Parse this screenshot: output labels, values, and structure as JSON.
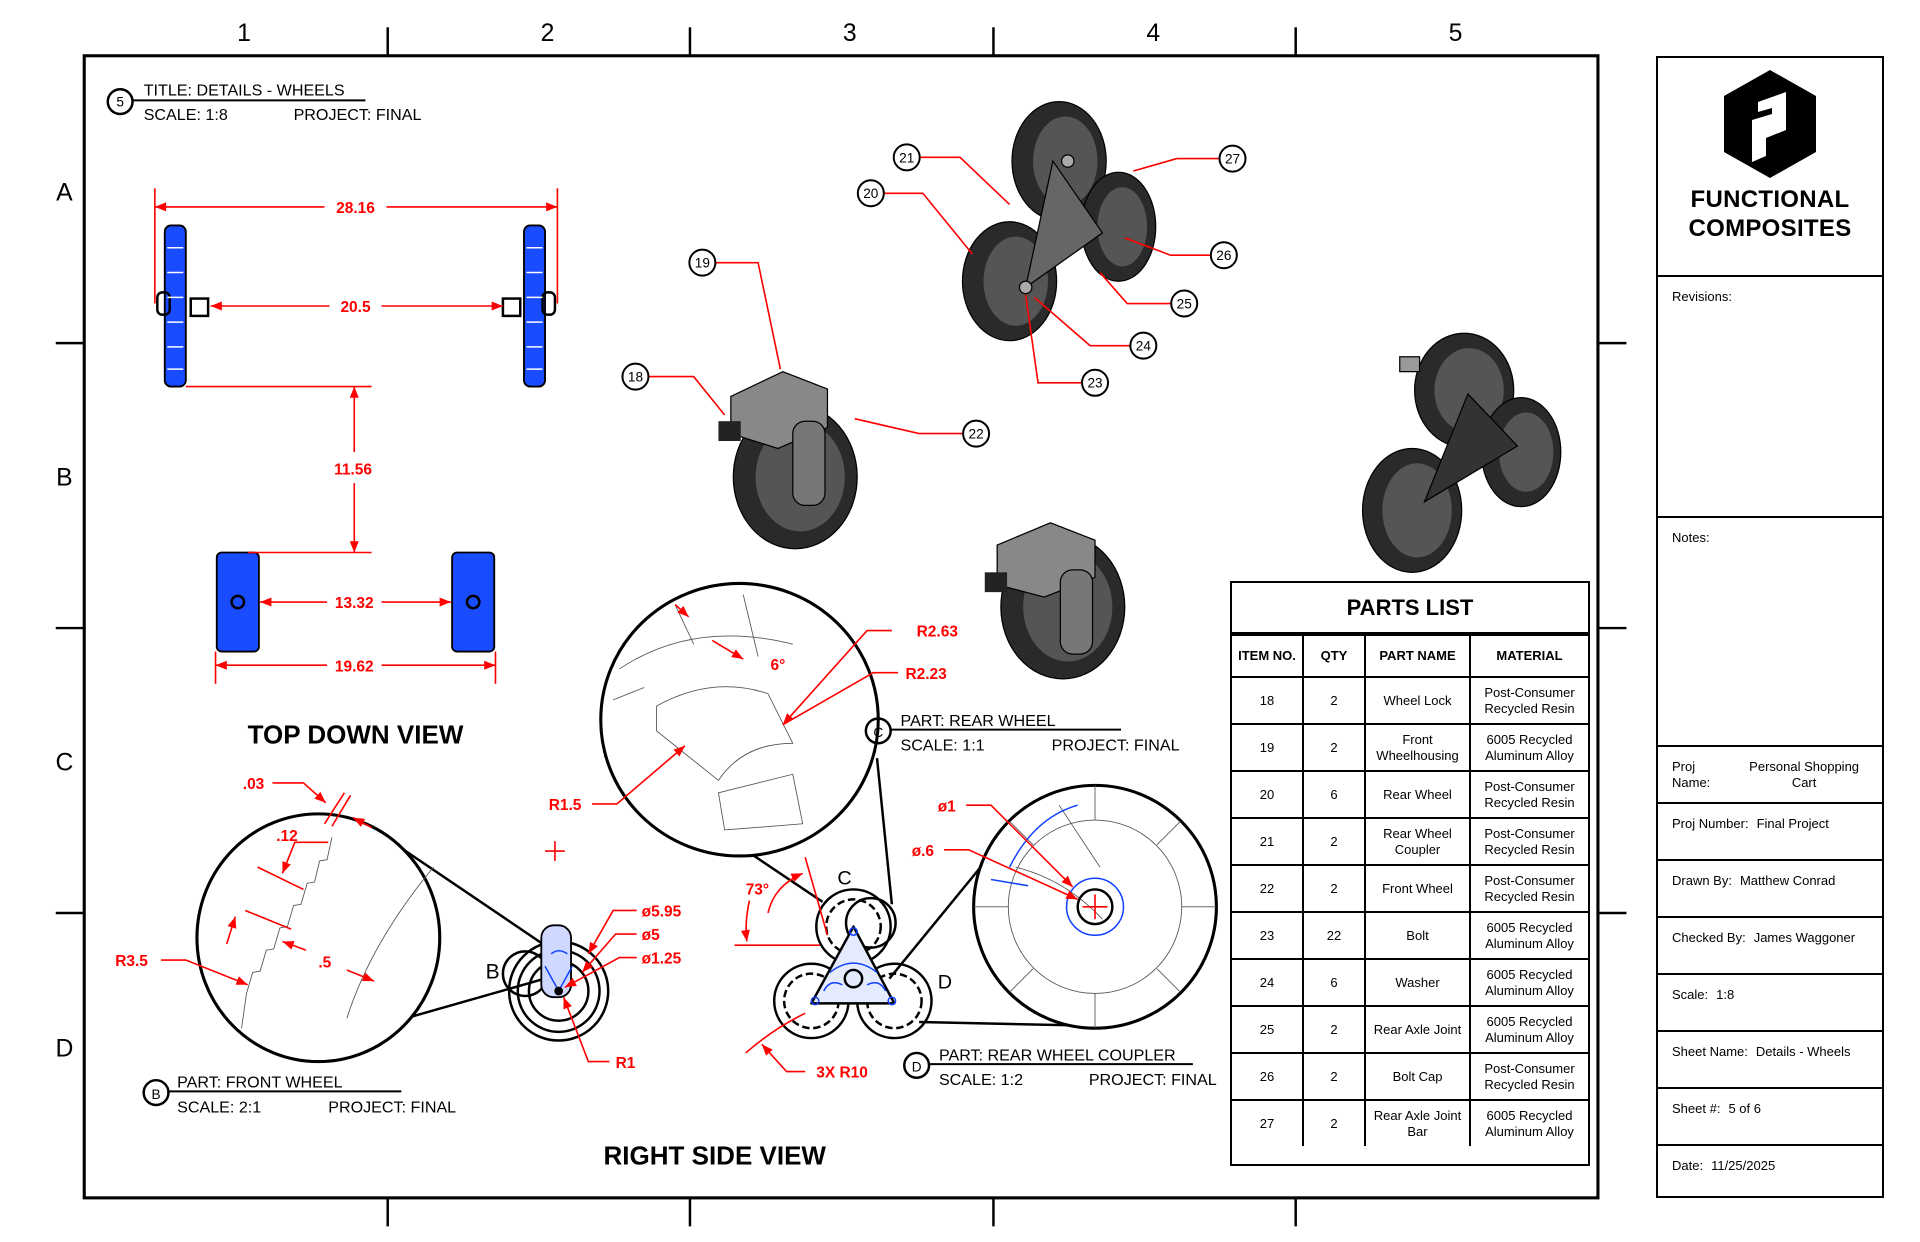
{
  "zones": {
    "columns": [
      "1",
      "2",
      "3",
      "4",
      "5"
    ],
    "rows": [
      "A",
      "B",
      "C",
      "D"
    ]
  },
  "header": {
    "balloon": "5",
    "title": "TITLE: DETAILS - WHEELS",
    "scale": "SCALE: 1:8",
    "project": "PROJECT:  FINAL"
  },
  "views": {
    "top_down": "TOP DOWN VIEW",
    "right_side": "RIGHT SIDE VIEW"
  },
  "top_down_dims": {
    "overall_width": "28.16",
    "inner_width": "20.5",
    "wheelbase": "11.56",
    "front_inner": "13.32",
    "front_outer": "19.62"
  },
  "detail_c": {
    "letter": "C",
    "part": "PART: REAR WHEEL",
    "scale": "SCALE: 1:1",
    "project": "PROJECT: FINAL",
    "dims": {
      "r_outer": "R2.63",
      "angle": "6°",
      "r_inner": "R2.23",
      "r_hub": "R1.5"
    }
  },
  "detail_b": {
    "letter": "B",
    "part": "PART: FRONT WHEEL",
    "scale": "SCALE: 2:1",
    "project": "PROJECT: FINAL",
    "dims": {
      "gap": ".03",
      "tooth": ".12",
      "radius": "R3.5",
      "depth": ".5",
      "d_outer": "ø5.95",
      "d_mid": "ø5",
      "d_hub": "ø1.25",
      "r_hub": "R1"
    }
  },
  "detail_d": {
    "letter": "D",
    "part": "PART: REAR WHEEL COUPLER",
    "scale": "SCALE: 1:2",
    "project": "PROJECT: FINAL",
    "dims": {
      "d_washer": "ø1",
      "d_bolt": "ø.6",
      "angle": "73°",
      "radius": "3X  R10"
    }
  },
  "balloons": [
    "18",
    "19",
    "20",
    "21",
    "22",
    "23",
    "24",
    "25",
    "26",
    "27"
  ],
  "parts_list": {
    "title": "PARTS LIST",
    "headers": [
      "ITEM NO.",
      "QTY",
      "PART NAME",
      "MATERIAL"
    ],
    "rows": [
      [
        "18",
        "2",
        "Wheel Lock",
        "Post-Consumer Recycled Resin"
      ],
      [
        "19",
        "2",
        "Front Wheelhousing",
        "6005 Recycled Aluminum Alloy"
      ],
      [
        "20",
        "6",
        "Rear Wheel",
        "Post-Consumer Recycled Resin"
      ],
      [
        "21",
        "2",
        "Rear Wheel Coupler",
        "Post-Consumer Recycled Resin"
      ],
      [
        "22",
        "2",
        "Front Wheel",
        "Post-Consumer Recycled Resin"
      ],
      [
        "23",
        "22",
        "Bolt",
        "6005 Recycled Aluminum Alloy"
      ],
      [
        "24",
        "6",
        "Washer",
        "6005 Recycled Aluminum Alloy"
      ],
      [
        "25",
        "2",
        "Rear Axle Joint",
        "6005 Recycled Aluminum Alloy"
      ],
      [
        "26",
        "2",
        "Bolt Cap",
        "Post-Consumer Recycled Resin"
      ],
      [
        "27",
        "2",
        "Rear Axle Joint Bar",
        "6005 Recycled Aluminum Alloy"
      ]
    ]
  },
  "title_block": {
    "company_line1": "FUNCTIONAL",
    "company_line2": "COMPOSITES",
    "revisions_label": "Revisions:",
    "notes_label": "Notes:",
    "proj_name_label": "Proj Name:",
    "proj_name": "Personal Shopping Cart",
    "proj_number_label": "Proj Number:",
    "proj_number": "Final Project",
    "drawn_by_label": "Drawn By:",
    "drawn_by": "Matthew Conrad",
    "checked_by_label": "Checked By:",
    "checked_by": "James Waggoner",
    "scale_label": "Scale:",
    "scale": "1:8",
    "sheet_name_label": "Sheet Name:",
    "sheet_name": "Details - Wheels",
    "sheet_no_label": "Sheet #:",
    "sheet_no": "5 of 6",
    "date_label": "Date:",
    "date": "11/25/2025"
  },
  "colors": {
    "dimension": "#ff0000",
    "hidden_lines": "#1040ff",
    "lines": "#000000"
  }
}
